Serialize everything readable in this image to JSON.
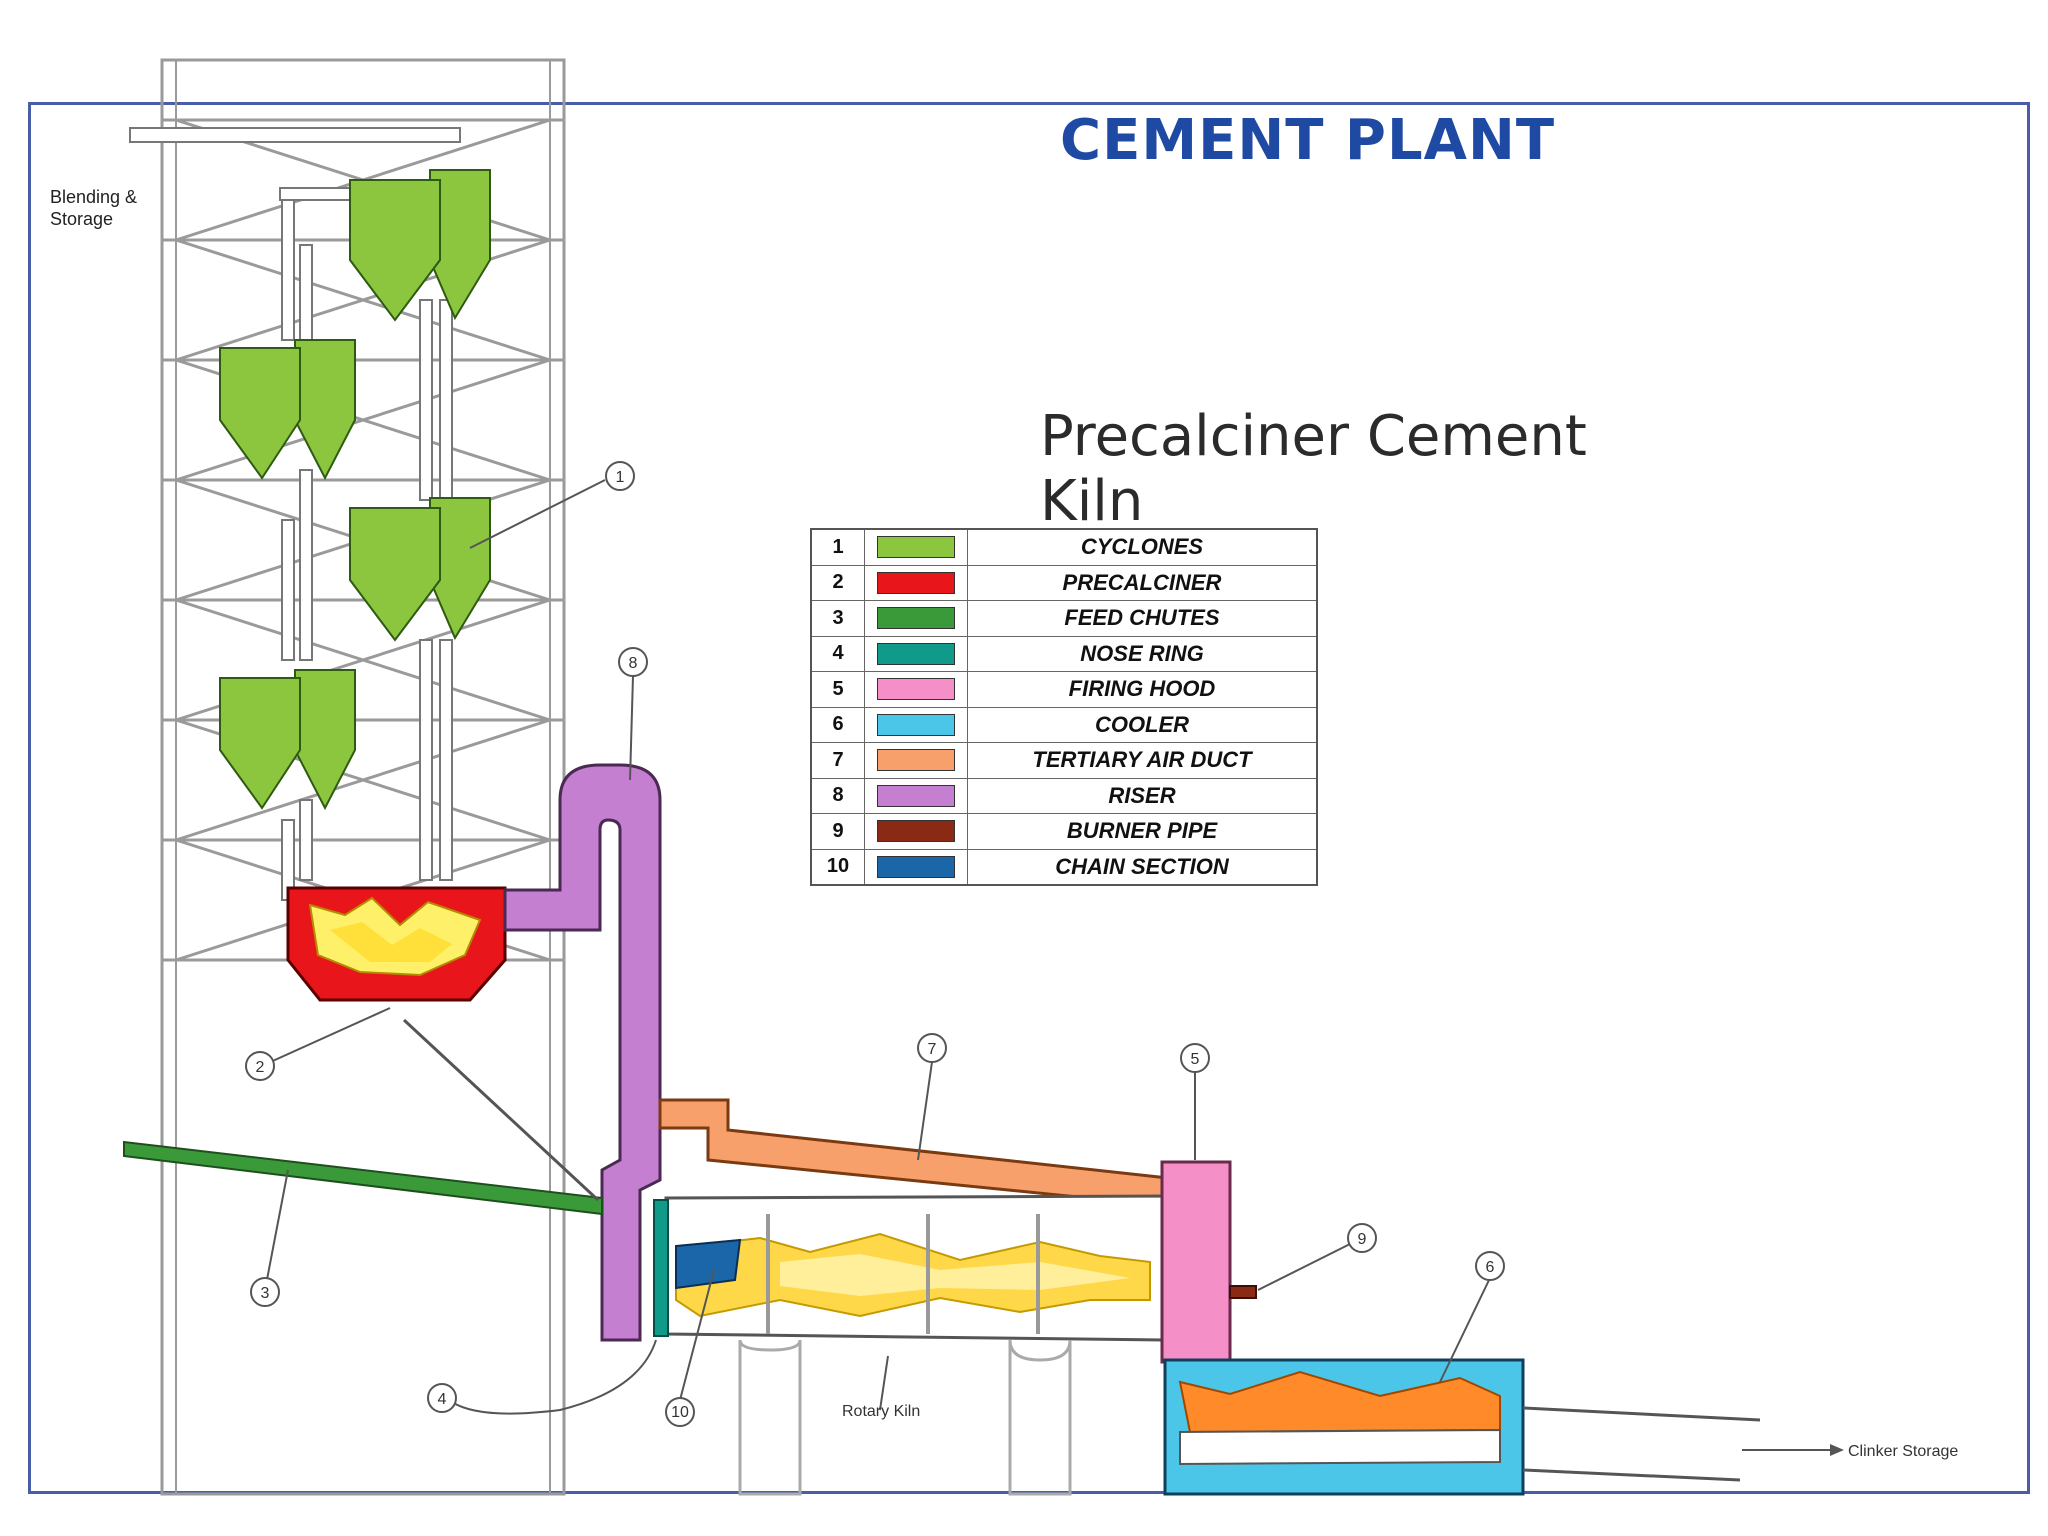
{
  "header": {
    "title": "CEMENT PLANT",
    "subtitle": "Precalciner Cement Kiln"
  },
  "legend": [
    {
      "num": "1",
      "name": "CYCLONES",
      "color": "#8cc63f"
    },
    {
      "num": "2",
      "name": "PRECALCINER",
      "color": "#e8161b"
    },
    {
      "num": "3",
      "name": "FEED CHUTES",
      "color": "#3a9a3a"
    },
    {
      "num": "4",
      "name": "NOSE RING",
      "color": "#0f9a8a"
    },
    {
      "num": "5",
      "name": "FIRING HOOD",
      "color": "#f58fc7"
    },
    {
      "num": "6",
      "name": "COOLER",
      "color": "#4cc6e8"
    },
    {
      "num": "7",
      "name": "TERTIARY AIR DUCT",
      "color": "#f7a06b"
    },
    {
      "num": "8",
      "name": "RISER",
      "color": "#c47fd0"
    },
    {
      "num": "9",
      "name": "BURNER PIPE",
      "color": "#8b2a14"
    },
    {
      "num": "10",
      "name": "CHAIN SECTION",
      "color": "#1a66a8"
    }
  ],
  "labels": {
    "blending_line1": "Blending &",
    "blending_line2": "Storage",
    "rotary_kiln": "Rotary Kiln",
    "clinker_storage": "Clinker Storage"
  },
  "callouts": [
    "1",
    "2",
    "3",
    "4",
    "5",
    "6",
    "7",
    "8",
    "9",
    "10"
  ]
}
